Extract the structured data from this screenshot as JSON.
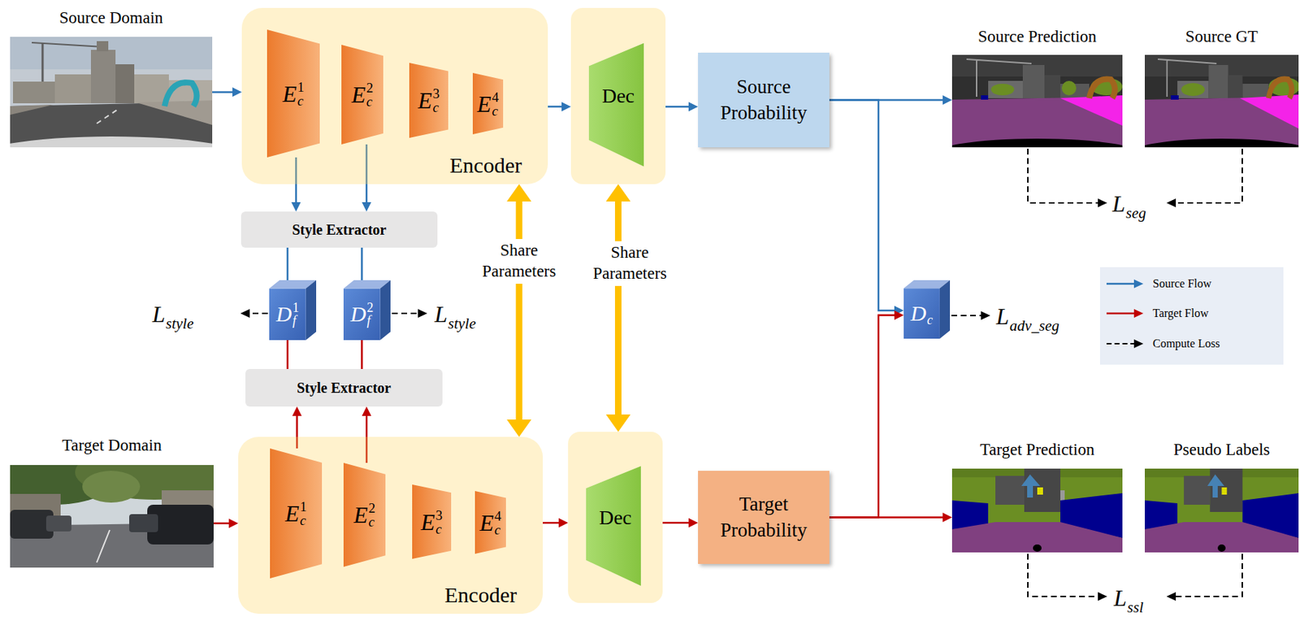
{
  "diagram": {
    "nodes": [
      {
        "text": [
          "Source Domain"
        ]
      },
      {
        "text": [
          "Encoder"
        ]
      },
      {
        "text": [
          "E",
          "c",
          "1"
        ],
        "in": 1
      },
      {
        "text": [
          "E",
          "c",
          "2"
        ],
        "in": 1
      },
      {
        "text": [
          "E",
          "c",
          "3"
        ],
        "in": 1
      },
      {
        "text": [
          "E",
          "c",
          "4"
        ],
        "in": 1
      },
      {
        "text": [
          "Dec"
        ]
      },
      {
        "text": [
          "Source Probability"
        ]
      },
      {
        "text": [
          "Source Prediction"
        ]
      },
      {
        "text": [
          "Source GT"
        ]
      },
      {
        "text": [
          "Style Extractor"
        ]
      },
      {
        "text": [
          "D",
          "f",
          "1"
        ]
      },
      {
        "text": [
          "D",
          "f",
          "2"
        ]
      },
      {
        "text": [
          "D",
          "c"
        ]
      },
      {
        "text": [
          "Style Extractor"
        ]
      },
      {
        "text": [
          "Target Domain"
        ]
      },
      {
        "text": [
          "Encoder"
        ]
      },
      {
        "text": [
          "E",
          "c",
          "1"
        ],
        "in": 16
      },
      {
        "text": [
          "E",
          "c",
          "2"
        ],
        "in": 16
      },
      {
        "text": [
          "E",
          "c",
          "3"
        ],
        "in": 16
      },
      {
        "text": [
          "E",
          "c",
          "4"
        ],
        "in": 16
      },
      {
        "text": [
          "Dec"
        ]
      },
      {
        "text": [
          "Target Probability"
        ]
      },
      {
        "text": [
          "Target Prediction"
        ]
      },
      {
        "text": [
          "Pseudo Labels"
        ]
      }
    ],
    "edges": [
      {
        "from": 0,
        "to": 1,
        "arrow": "to"
      },
      {
        "from": 1,
        "to": 6,
        "arrow": "to"
      },
      {
        "from": 6,
        "to": 7,
        "arrow": "to"
      },
      {
        "from": 7,
        "to": 8,
        "arrow": "to"
      },
      {
        "from": 7,
        "to": 13,
        "arrow": "to"
      },
      {
        "from": 2,
        "to": 10,
        "arrow": "to"
      },
      {
        "from": 3,
        "to": 10,
        "arrow": "to"
      },
      {
        "from": 10,
        "to": 11,
        "arrow": "none"
      },
      {
        "from": 10,
        "to": 12,
        "arrow": "none"
      },
      {
        "from": 14,
        "to": 11,
        "arrow": "none"
      },
      {
        "from": 14,
        "to": 12,
        "arrow": "none"
      },
      {
        "from": 17,
        "to": 14,
        "arrow": "to"
      },
      {
        "from": 18,
        "to": 14,
        "arrow": "to"
      },
      {
        "from": 15,
        "to": 16,
        "arrow": "to"
      },
      {
        "from": 16,
        "to": 21,
        "arrow": "to"
      },
      {
        "from": 21,
        "to": 22,
        "arrow": "to"
      },
      {
        "from": 22,
        "to": 23,
        "arrow": "to"
      },
      {
        "from": 22,
        "to": 13,
        "arrow": "to"
      },
      {
        "from": 1,
        "to": 16,
        "label": "Share Parameters",
        "arrow": "both"
      },
      {
        "from": 6,
        "to": 21,
        "label": "Share Parameters",
        "arrow": "both"
      }
    ],
    "labels": [
      "L",
      "seg",
      "L",
      "style",
      "L",
      "style",
      "L",
      "adv_seg",
      "L",
      "ssl"
    ],
    "legend": [
      {
        "text": "Source Flow"
      },
      {
        "text": "Target Flow"
      },
      {
        "text": "Compute Loss"
      }
    ]
  }
}
